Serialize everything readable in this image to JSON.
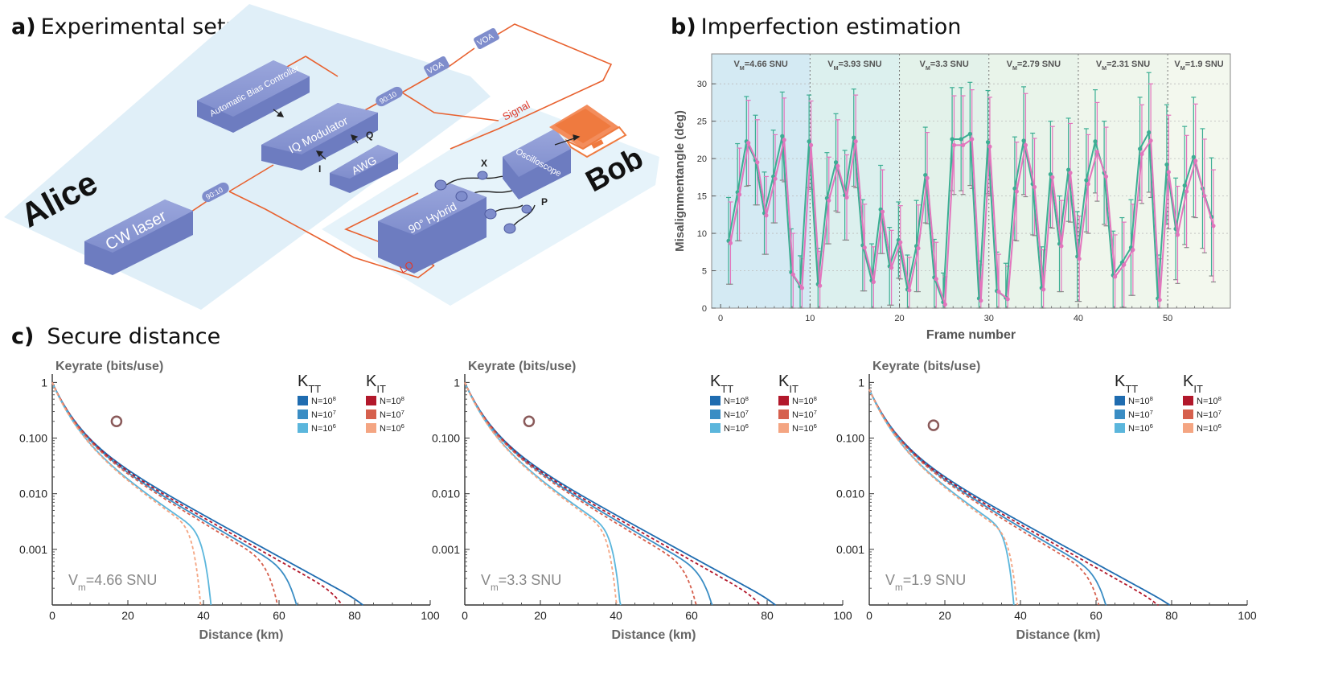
{
  "panels": {
    "a": {
      "letter": "a)",
      "title": "Experimental setup"
    },
    "b": {
      "letter": "b)",
      "title": "Imperfection estimation"
    },
    "c": {
      "letter": "c)",
      "title": "Secure distance"
    }
  },
  "setup": {
    "alice": "Alice",
    "bob": "Bob",
    "cw_laser": "CW laser",
    "coupler1": "90:10",
    "coupler2": "90:10",
    "abc": "Automatic Bias Controller",
    "iq_mod": "IQ Modulator",
    "awg": "AWG",
    "voa1": "VOA",
    "voa2": "VOA",
    "hybrid": "90° Hybrid",
    "scope": "Oscilloscope",
    "signal": "Signal",
    "lo": "LO",
    "port_i": "I",
    "port_q": "Q",
    "port_x": "X",
    "port_p": "P"
  },
  "chart_data": [
    {
      "type": "line",
      "panel": "b",
      "xlabel": "Frame number",
      "ylabel": "Misalignmentangle (deg)",
      "xlim": [
        -1,
        57
      ],
      "ylim": [
        0,
        34
      ],
      "xticks": [
        0,
        10,
        20,
        30,
        40,
        50
      ],
      "yticks": [
        0,
        5,
        10,
        15,
        20,
        25,
        30
      ],
      "region_labels": [
        "V_M=4.66 SNU",
        "V_M=3.93 SNU",
        "V_M=3.3 SNU",
        "V_M=2.79 SNU",
        "V_M=2.31 SNU",
        "V_M=1.9 SNU"
      ],
      "region_bounds": [
        [
          -1,
          10
        ],
        [
          10,
          20
        ],
        [
          20,
          30
        ],
        [
          30,
          40
        ],
        [
          40,
          50
        ],
        [
          50,
          57
        ]
      ],
      "region_colors": [
        "#d4eaf3",
        "#dcf0ee",
        "#e3f2ea",
        "#e9f4ea",
        "#eff6ec",
        "#f3f8ee"
      ],
      "grid": true,
      "series": [
        {
          "name": "green",
          "color": "#3cae93",
          "x": [
            1,
            2,
            3,
            4,
            5,
            6,
            7,
            8,
            9,
            10,
            11,
            12,
            13,
            14,
            15,
            16,
            17,
            18,
            19,
            20,
            21,
            22,
            23,
            24,
            25,
            26,
            27,
            28,
            29,
            30,
            31,
            32,
            33,
            34,
            35,
            36,
            37,
            38,
            39,
            40,
            41,
            42,
            43,
            44,
            45,
            46,
            47,
            48,
            49,
            50,
            51,
            52,
            53,
            54,
            55
          ],
          "y": [
            9.0,
            15.5,
            22.3,
            19.8,
            12.7,
            17.6,
            23.0,
            4.8,
            2.9,
            22.3,
            3.2,
            14.7,
            19.5,
            15.1,
            22.8,
            8.4,
            3.7,
            13.2,
            5.6,
            9.1,
            2.5,
            8.3,
            17.8,
            4.1,
            0.8,
            22.6,
            22.6,
            23.3,
            1.3,
            22.2,
            2.3,
            1.4,
            16.0,
            22.4,
            16.6,
            2.7,
            17.9,
            8.6,
            18.5,
            6.9,
            17.1,
            22.3,
            18.1,
            4.4,
            6.1,
            8.1,
            21.3,
            23.5,
            1.3,
            19.2,
            10.6,
            16.4,
            20.2,
            16.0,
            12.2
          ],
          "err": [
            5.8,
            6.5,
            6.0,
            6.0,
            5.5,
            6.2,
            5.9,
            5.8,
            4.1,
            6.2,
            4.8,
            6.1,
            6.5,
            6.0,
            6.5,
            6.1,
            4.9,
            5.9,
            5.2,
            5.1,
            4.6,
            6.1,
            6.4,
            5.1,
            3.9,
            6.9,
            6.9,
            6.9,
            5.0,
            6.9,
            5.2,
            4.6,
            6.9,
            7.2,
            6.8,
            5.5,
            7.1,
            6.4,
            6.9,
            6.0,
            6.9,
            6.9,
            6.9,
            5.9,
            6.0,
            6.4,
            6.9,
            8.0,
            5.8,
            8.0,
            6.8,
            7.9,
            8.0,
            8.0,
            7.9
          ]
        },
        {
          "name": "pink",
          "color": "#e275bd",
          "x": [
            1,
            2,
            3,
            4,
            5,
            6,
            7,
            8,
            9,
            10,
            11,
            12,
            13,
            14,
            15,
            16,
            17,
            18,
            19,
            20,
            21,
            22,
            23,
            24,
            25,
            26,
            27,
            28,
            29,
            30,
            31,
            32,
            33,
            34,
            35,
            36,
            37,
            38,
            39,
            40,
            41,
            42,
            43,
            44,
            45,
            46,
            47,
            48,
            49,
            50,
            51,
            52,
            53,
            54,
            55
          ],
          "y": [
            8.7,
            15.2,
            22.1,
            19.5,
            12.4,
            17.3,
            22.5,
            4.5,
            2.7,
            21.8,
            3.0,
            14.4,
            19.0,
            14.8,
            22.3,
            8.1,
            3.5,
            12.9,
            5.4,
            8.8,
            2.4,
            8.0,
            17.4,
            3.9,
            0.5,
            21.8,
            21.8,
            22.6,
            1.0,
            21.6,
            2.2,
            1.2,
            15.6,
            21.8,
            16.2,
            2.5,
            17.5,
            8.3,
            18.1,
            6.6,
            16.6,
            20.9,
            17.6,
            4.2,
            5.8,
            7.8,
            20.6,
            22.4,
            1.1,
            18.2,
            9.8,
            15.6,
            19.7,
            15.0,
            11.0
          ],
          "err": [
            5.5,
            6.2,
            5.7,
            5.7,
            5.2,
            5.9,
            5.6,
            5.5,
            3.9,
            5.9,
            4.6,
            5.8,
            6.2,
            5.7,
            6.2,
            5.8,
            4.7,
            5.6,
            5.0,
            4.9,
            4.4,
            5.8,
            6.1,
            4.9,
            3.7,
            6.6,
            6.6,
            6.6,
            4.8,
            6.6,
            5.0,
            4.4,
            6.6,
            6.9,
            6.5,
            5.3,
            6.8,
            6.1,
            6.6,
            5.7,
            6.6,
            6.6,
            6.6,
            5.6,
            5.7,
            6.1,
            6.6,
            7.6,
            5.5,
            7.6,
            6.5,
            7.5,
            7.6,
            7.6,
            7.5
          ]
        }
      ]
    },
    {
      "type": "line",
      "panel": "c1",
      "ylabel": "Keyrate (bits/use)",
      "xlabel": "Distance (km)",
      "annotation": "V_m=4.66 SNU",
      "xlim": [
        0,
        100
      ],
      "ylim_log10": [
        -4.0,
        0.15
      ],
      "xticks": [
        0,
        20,
        40,
        60,
        80,
        100
      ],
      "yticks": [
        "1",
        "0.100",
        "0.010",
        "0.001"
      ],
      "marker": {
        "x": 17,
        "y": 0.2
      },
      "legend": {
        "ktt": "K_TT",
        "kit": "K_IT",
        "entries": [
          "N=10^8",
          "N=10^7",
          "N=10^6"
        ]
      },
      "series": [
        {
          "name": "K_TT N=10^8",
          "color": "#1f6cb0",
          "dashed": false,
          "x0": 1.0,
          "k": 0.062,
          "xmax": 97
        },
        {
          "name": "K_TT N=10^7",
          "color": "#3a8dc4",
          "dashed": false,
          "x0": 1.0,
          "k": 0.066,
          "xmax": 70
        },
        {
          "name": "K_TT N=10^6",
          "color": "#5bb6dc",
          "dashed": false,
          "x0": 1.0,
          "k": 0.076,
          "xmax": 44
        },
        {
          "name": "K_IT N=10^8",
          "color": "#b2182b",
          "dashed": true,
          "x0": 1.0,
          "k": 0.064,
          "xmax": 87
        },
        {
          "name": "K_IT N=10^7",
          "color": "#d6604d",
          "dashed": true,
          "x0": 1.0,
          "k": 0.068,
          "xmax": 64
        },
        {
          "name": "K_IT N=10^6",
          "color": "#f4a582",
          "dashed": true,
          "x0": 1.0,
          "k": 0.078,
          "xmax": 41
        }
      ]
    },
    {
      "type": "line",
      "panel": "c2",
      "ylabel": "Keyrate (bits/use)",
      "xlabel": "Distance (km)",
      "annotation": "V_m=3.3 SNU",
      "xlim": [
        0,
        100
      ],
      "ylim_log10": [
        -4.0,
        0.15
      ],
      "xticks": [
        0,
        20,
        40,
        60,
        80,
        100
      ],
      "yticks": [
        "1",
        "0.100",
        "0.010",
        "0.001"
      ],
      "marker": {
        "x": 17,
        "y": 0.2
      },
      "legend": {
        "ktt": "K_TT",
        "kit": "K_IT",
        "entries": [
          "N=10^8",
          "N=10^7",
          "N=10^6"
        ]
      },
      "series": [
        {
          "name": "K_TT N=10^8",
          "color": "#1f6cb0",
          "dashed": false,
          "x0": 1.0,
          "k": 0.062,
          "xmax": 97
        },
        {
          "name": "K_TT N=10^7",
          "color": "#3a8dc4",
          "dashed": false,
          "x0": 1.0,
          "k": 0.066,
          "xmax": 71
        },
        {
          "name": "K_TT N=10^6",
          "color": "#5bb6dc",
          "dashed": false,
          "x0": 1.0,
          "k": 0.076,
          "xmax": 43
        },
        {
          "name": "K_IT N=10^8",
          "color": "#b2182b",
          "dashed": true,
          "x0": 1.0,
          "k": 0.064,
          "xmax": 90
        },
        {
          "name": "K_IT N=10^7",
          "color": "#d6604d",
          "dashed": true,
          "x0": 1.0,
          "k": 0.068,
          "xmax": 66
        },
        {
          "name": "K_IT N=10^6",
          "color": "#f4a582",
          "dashed": true,
          "x0": 1.0,
          "k": 0.078,
          "xmax": 42
        }
      ]
    },
    {
      "type": "line",
      "panel": "c3",
      "ylabel": "Keyrate (bits/use)",
      "xlabel": "Distance (km)",
      "annotation": "V_m=1.9 SNU",
      "xlim": [
        0,
        100
      ],
      "ylim_log10": [
        -4.0,
        0.15
      ],
      "xticks": [
        0,
        20,
        40,
        60,
        80,
        100
      ],
      "yticks": [
        "1",
        "0.100",
        "0.010",
        "0.001"
      ],
      "marker": {
        "x": 17,
        "y": 0.17
      },
      "legend": {
        "ktt": "K_TT",
        "kit": "K_IT",
        "entries": [
          "N=10^8",
          "N=10^7",
          "N=10^6"
        ]
      },
      "series": [
        {
          "name": "K_TT N=10^8",
          "color": "#1f6cb0",
          "dashed": false,
          "x0": 0.75,
          "k": 0.062,
          "xmax": 96
        },
        {
          "name": "K_TT N=10^7",
          "color": "#3a8dc4",
          "dashed": false,
          "x0": 0.75,
          "k": 0.066,
          "xmax": 68
        },
        {
          "name": "K_TT N=10^6",
          "color": "#5bb6dc",
          "dashed": false,
          "x0": 0.75,
          "k": 0.076,
          "xmax": 40
        },
        {
          "name": "K_IT N=10^8",
          "color": "#b2182b",
          "dashed": true,
          "x0": 0.75,
          "k": 0.064,
          "xmax": 90
        },
        {
          "name": "K_IT N=10^7",
          "color": "#d6604d",
          "dashed": true,
          "x0": 0.75,
          "k": 0.068,
          "xmax": 66
        },
        {
          "name": "K_IT N=10^6",
          "color": "#f4a582",
          "dashed": true,
          "x0": 0.75,
          "k": 0.078,
          "xmax": 41
        }
      ]
    }
  ]
}
